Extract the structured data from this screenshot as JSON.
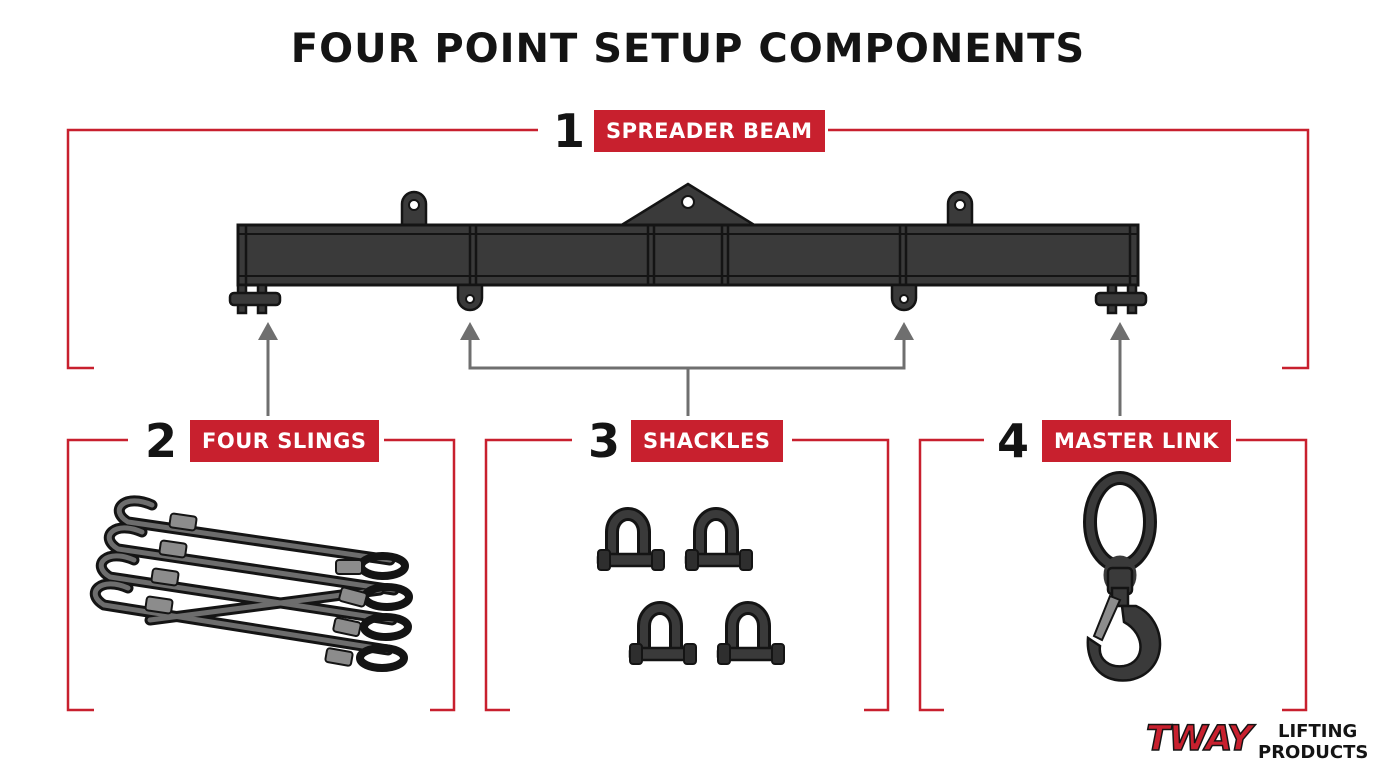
{
  "title": "FOUR POINT SETUP COMPONENTS",
  "components": [
    {
      "number": "1",
      "label": "SPREADER BEAM"
    },
    {
      "number": "2",
      "label": "FOUR SLINGS"
    },
    {
      "number": "3",
      "label": "SHACKLES"
    },
    {
      "number": "4",
      "label": "MASTER LINK"
    }
  ],
  "logo": {
    "brand": "TWAY",
    "line1": "LIFTING",
    "line2": "PRODUCTS"
  },
  "colors": {
    "accent": "#c8202e",
    "ink": "#141414",
    "metal": "#3a3a3a",
    "arrow": "#6f6f6f"
  }
}
